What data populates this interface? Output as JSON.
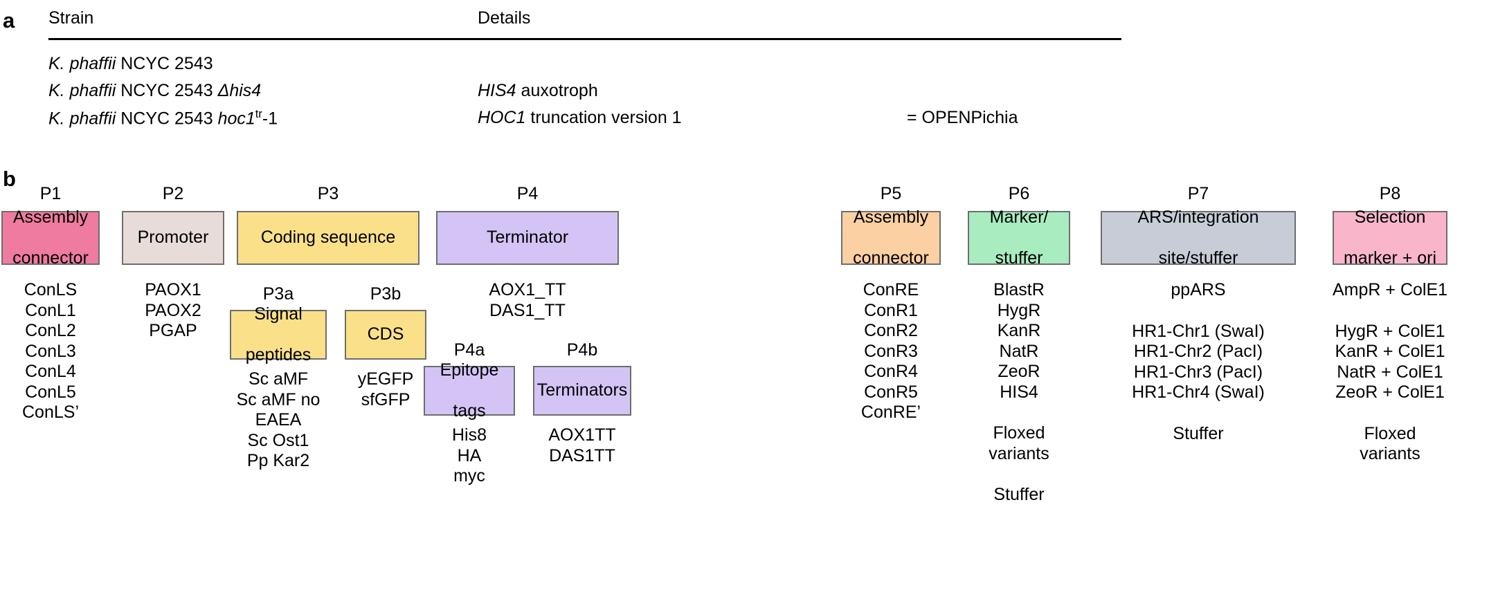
{
  "panels": {
    "a": {
      "letter": "a",
      "columns": [
        "Strain",
        "Details"
      ],
      "rows": [
        {
          "strain_italic": "K. phaffii",
          "strain_rest": " NCYC 2543",
          "strain_sup": "",
          "strain_tail": "",
          "details_italic": "",
          "details_rest": "",
          "extra": ""
        },
        {
          "strain_italic": "K. phaffii",
          "strain_rest": " NCYC 2543 ",
          "strain_italic2": "Δhis4",
          "strain_sup": "",
          "strain_tail": "",
          "details_italic": "HIS4",
          "details_rest": " auxotroph",
          "extra": ""
        },
        {
          "strain_italic": "K. phaffii",
          "strain_rest": " NCYC 2543 ",
          "strain_italic2": "hoc1",
          "strain_sup": "tr",
          "strain_tail": "-1",
          "details_italic": "HOC1",
          "details_rest": " truncation version 1",
          "extra": "= OPENPichia"
        }
      ]
    },
    "b": {
      "letter": "b",
      "parts": [
        {
          "id": "P1",
          "label": "P1",
          "box_text": "Assembly\nconnector",
          "box_color": "#f07ba0",
          "options": [
            "ConLS",
            "ConL1",
            "ConL2",
            "ConL3",
            "ConL4",
            "ConL5",
            "ConLS’"
          ]
        },
        {
          "id": "P2",
          "label": "P2",
          "box_text": "Promoter",
          "box_color": "#e8dcd9",
          "options": [
            "PAOX1",
            "PAOX2",
            "PGAP"
          ]
        },
        {
          "id": "P3",
          "label": "P3",
          "box_text": "Coding sequence",
          "box_color": "#fbe08a",
          "subparts": [
            {
              "id": "P3a",
              "label": "P3a",
              "box_text": "Signal\npeptides",
              "box_color": "#fbe08a",
              "options": [
                "Sc aMF",
                "Sc aMF no",
                "EAEA",
                "Sc Ost1",
                "Pp Kar2"
              ]
            },
            {
              "id": "P3b",
              "label": "P3b",
              "box_text": "CDS",
              "box_color": "#fbe08a",
              "options": [
                "yEGFP",
                "sfGFP"
              ]
            }
          ]
        },
        {
          "id": "P4",
          "label": "P4",
          "box_text": "Terminator",
          "box_color": "#d3c4f5",
          "options": [
            "AOX1_TT",
            "DAS1_TT"
          ],
          "subparts": [
            {
              "id": "P4a",
              "label": "P4a",
              "box_text": "Epitope\ntags",
              "box_color": "#d3c4f5",
              "options": [
                "His8",
                "HA",
                "myc"
              ]
            },
            {
              "id": "P4b",
              "label": "P4b",
              "box_text": "Terminators",
              "box_color": "#d3c4f5",
              "options": [
                "AOX1TT",
                "DAS1TT"
              ]
            }
          ]
        },
        {
          "id": "P5",
          "label": "P5",
          "box_text": "Assembly\nconnector",
          "box_color": "#fbd0a2",
          "options": [
            "ConRE",
            "ConR1",
            "ConR2",
            "ConR3",
            "ConR4",
            "ConR5",
            "ConRE’"
          ]
        },
        {
          "id": "P6",
          "label": "P6",
          "box_text": "Marker/\nstuffer",
          "box_color": "#a8ecc0",
          "options": [
            "BlastR",
            "HygR",
            "KanR",
            "NatR",
            "ZeoR",
            "HIS4"
          ],
          "options_group2": [
            "Floxed",
            "variants"
          ],
          "options_group3": [
            "Stuffer"
          ]
        },
        {
          "id": "P7",
          "label": "P7",
          "box_text": "ARS/integration\nsite/stuffer",
          "box_color": "#c7ccd6",
          "options": [
            "ppARS"
          ],
          "options_group2": [
            "HR1-Chr1 (SwaI)",
            "HR1-Chr2 (PacI)",
            "HR1-Chr3 (PacI)",
            "HR1-Chr4 (SwaI)"
          ],
          "options_group3": [
            "Stuffer"
          ]
        },
        {
          "id": "P8",
          "label": "P8",
          "box_text": "Selection\nmarker + ori",
          "box_color": "#f9b6cb",
          "options": [
            "AmpR + ColE1"
          ],
          "options_group2": [
            "HygR + ColE1",
            "KanR + ColE1",
            "NatR + ColE1",
            "ZeoR + ColE1"
          ],
          "options_group3": [
            "Floxed",
            "variants"
          ]
        }
      ]
    }
  }
}
